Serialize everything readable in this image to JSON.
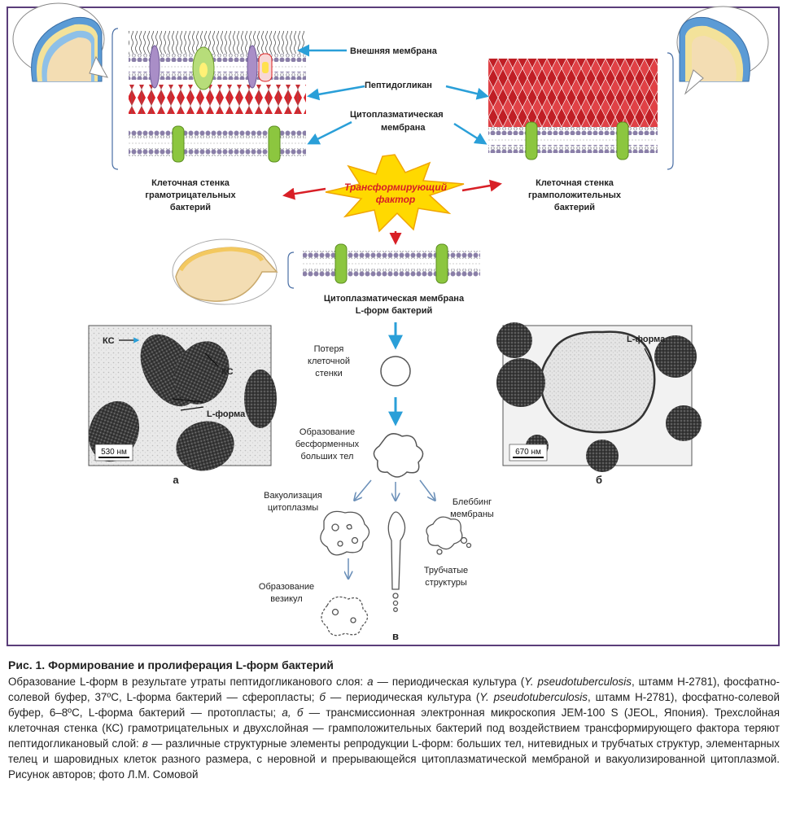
{
  "labels": {
    "outer_membrane": "Внешняя мембрана",
    "peptidoglycan": "Пептидогликан",
    "cytoplasmic_1": "Цитоплазматическая",
    "cytoplasmic_2": "мембрана",
    "gram_neg_1": "Клеточная стенка",
    "gram_neg_2": "грамотрицательных",
    "gram_neg_3": "бактерий",
    "gram_pos_1": "Клеточная стенка",
    "gram_pos_2": "грамположительных",
    "gram_pos_3": "бактерий",
    "transforming_1": "Трансформирующий",
    "transforming_2": "фактор",
    "lform_membrane_1": "Цитоплазматическая мембрана",
    "lform_membrane_2": "L-форм бактерий",
    "loss_1": "Потеря",
    "loss_2": "клеточной",
    "loss_3": "стенки",
    "bodies_1": "Образование",
    "bodies_2": "бесформенных",
    "bodies_3": "больших тел",
    "vacuol_1": "Вакуолизация",
    "vacuol_2": "цитоплазмы",
    "blebbing_1": "Блеббинг",
    "blebbing_2": "мембраны",
    "tubular_1": "Трубчатые",
    "tubular_2": "структуры",
    "vesicles_1": "Образование",
    "vesicles_2": "везикул",
    "letter_a": "а",
    "letter_b": "б",
    "letter_v": "в"
  },
  "micrograph_a": {
    "ks_1": "КС",
    "ks_2": "КС",
    "lform": "L-форма",
    "scale": "530 нм"
  },
  "micrograph_b": {
    "lform": "L-форма",
    "scale": "670 нм"
  },
  "caption": {
    "title": "Рис. 1. Формирование и пролиферация L-форм бактерий",
    "p1": "Образование L-форм в результате утраты пептидогликанового слоя: ",
    "a": "а",
    "p2": " — периодическая культура (",
    "sp1": "Y. pseudotuberculo­sis",
    "p3": ", штамм H-2781), фосфатно-солевой буфер, 37ºC, L-форма бактерий — сферопласты; ",
    "b": "б",
    "p4": " — периодическая культура (",
    "sp2": "Y. pseudotuberculosis",
    "p5": ", штамм H-2781), фосфатно-солевой буфер, 6–8ºC, L-форма бактерий — протопласты; ",
    "ab": "а, б",
    "p6": " — трансмиссионная электронная микроскопия JEM-100 S (JEOL, Япония). Трехслойная клеточная стенка (КС) грамотрицательных и двухслойная — грамположительных бактерий под воздействием трансформирующего фактора теряют пептидогликановый слой: ",
    "v": "в",
    "p7": " — различные структурные элементы репродукции L-форм: больших тел, нитевидных и трубчатых структур, элементарных телец и шаровидных клеток разного размера, с неровной и прерывающейся цитоплазматической мембраной и вакуолизированной цитоплазмой. Рисунок авторов; фото Л.М. Сомовой"
  },
  "colors": {
    "frame": "#5a3d7a",
    "arrow_blue": "#2a9fd8",
    "arrow_red": "#d81f26",
    "peptidoglycan": "#d8242b",
    "lipid_head": "#8a7fa8",
    "protein_green": "#8cc63f",
    "protein_purple": "#a98ec7",
    "cell_fill": "#f3ddb3",
    "cell_wall_blue": "#5b9bd5",
    "burst": "#ffd900"
  }
}
